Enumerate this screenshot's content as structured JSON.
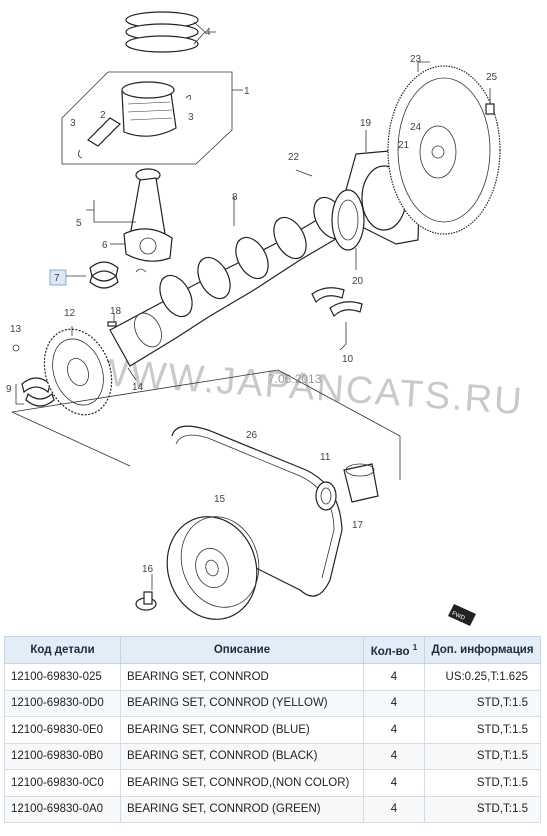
{
  "diagram": {
    "watermark": "WWW.JAPANCATS.RU",
    "date_stamp": "7.06.2013",
    "fwd_label": "FWD",
    "callouts": [
      "1",
      "2",
      "3",
      "3",
      "4",
      "5",
      "6",
      "7",
      "8",
      "9",
      "10",
      "11",
      "12",
      "13",
      "14",
      "15",
      "16",
      "17",
      "18",
      "19",
      "20",
      "21",
      "22",
      "23",
      "24",
      "25",
      "26"
    ]
  },
  "table": {
    "headers": {
      "code": "Код детали",
      "description": "Описание",
      "qty": "Кол-во",
      "qty_sup": "1",
      "info": "Доп. информация"
    },
    "rows": [
      {
        "code": "12100-69830-025",
        "description": "BEARING SET, CONNROD",
        "qty": "4",
        "info": "US:0.25,T:1.625"
      },
      {
        "code": "12100-69830-0D0",
        "description": "BEARING SET, CONNROD (YELLOW)",
        "qty": "4",
        "info": "STD,T:1.5"
      },
      {
        "code": "12100-69830-0E0",
        "description": "BEARING SET, CONNROD (BLUE)",
        "qty": "4",
        "info": "STD,T:1.5"
      },
      {
        "code": "12100-69830-0B0",
        "description": "BEARING SET, CONNROD (BLACK)",
        "qty": "4",
        "info": "STD,T:1.5"
      },
      {
        "code": "12100-69830-0C0",
        "description": "BEARING SET, CONNROD,(NON COLOR)",
        "qty": "4",
        "info": "STD,T:1.5"
      },
      {
        "code": "12100-69830-0A0",
        "description": "BEARING SET, CONNROD (GREEN)",
        "qty": "4",
        "info": "STD,T:1.5"
      }
    ]
  }
}
